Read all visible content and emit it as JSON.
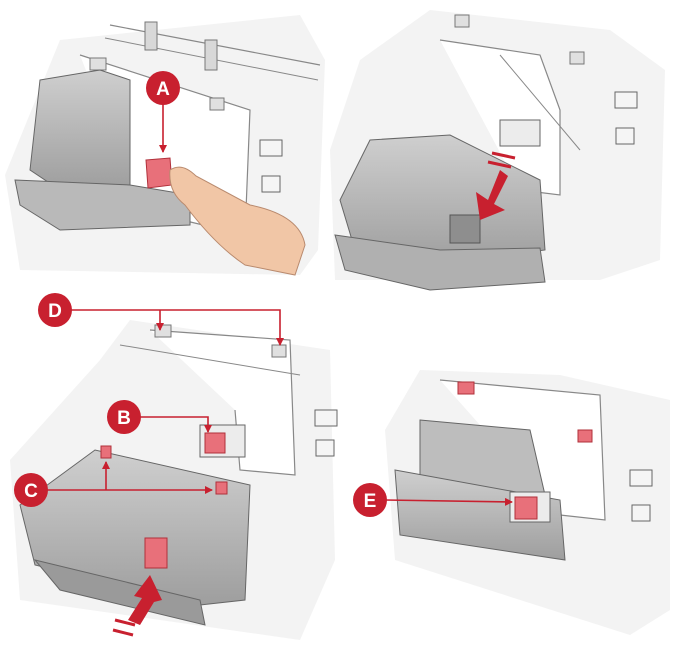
{
  "colors": {
    "accent": "#c8202f",
    "highlight": "#e8707a",
    "panel": "#f2f2f2",
    "device": "#dcdcdc",
    "device_dark": "#a9a9a9",
    "device_mid": "#c4c4c4",
    "skin": "#f1c6a6",
    "outline": "#555555"
  },
  "callouts": {
    "a": "A",
    "b": "B",
    "c": "C",
    "d": "D",
    "e": "E"
  }
}
